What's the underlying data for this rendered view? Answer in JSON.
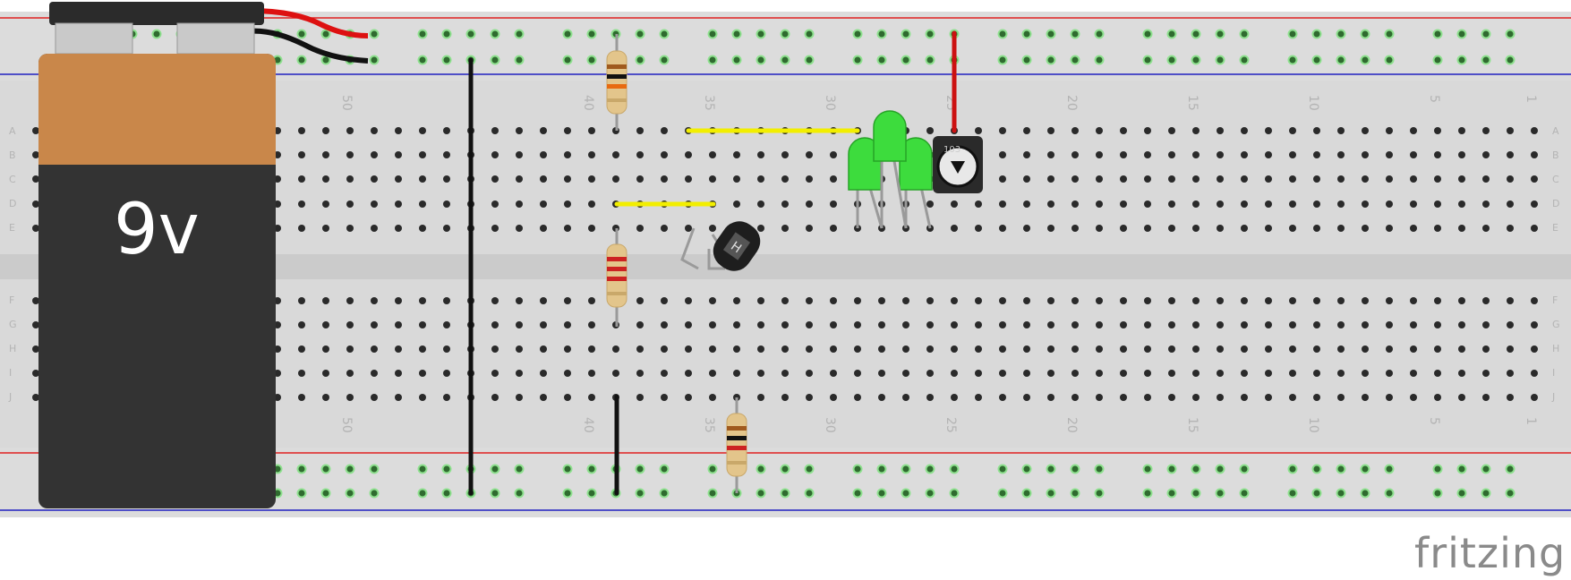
{
  "breadboard": {
    "row_labels_top": [
      "A",
      "B",
      "C",
      "D",
      "E"
    ],
    "row_labels_bottom": [
      "F",
      "G",
      "H",
      "I",
      "J"
    ],
    "column_number_labels": [
      "50",
      "40",
      "35",
      "30",
      "25",
      "20",
      "15",
      "10",
      "5",
      "1"
    ]
  },
  "battery": {
    "label": "9v"
  },
  "branding": {
    "text": "fritzing"
  },
  "colors": {
    "board": "#d9d9d9",
    "rail_positive": "#e02020",
    "rail_negative": "#2020c0",
    "wire_black": "#111111",
    "wire_red": "#cc1111",
    "wire_yellow": "#f2ee00",
    "led_green": "#3ddc3d",
    "battery_top": "#c9874a",
    "battery_body": "#333333"
  }
}
